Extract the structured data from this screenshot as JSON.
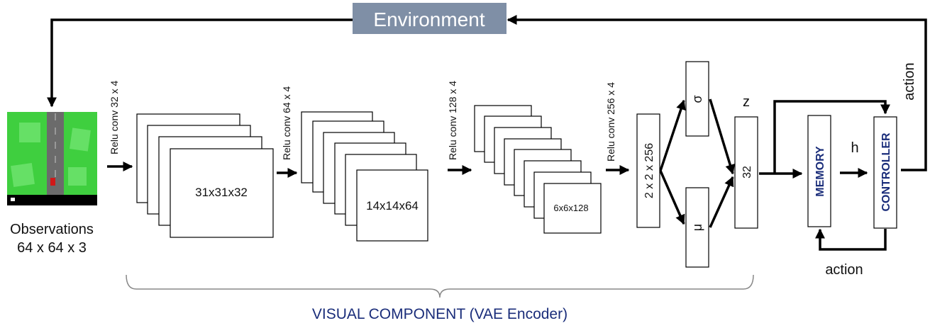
{
  "environment": {
    "label": "Environment",
    "color": "#7f8fa6"
  },
  "observations": {
    "line1": "Observations",
    "line2": "64 x 64 x 3"
  },
  "conv_layers": [
    {
      "op": "Relu conv 32 x 4",
      "output": "31x31x32"
    },
    {
      "op": "Relu conv 64 x 4",
      "output": "14x14x64"
    },
    {
      "op": "Relu conv 128 x 4",
      "output": "6x6x128"
    },
    {
      "op": "Relu conv 256 x 4"
    }
  ],
  "flatten": {
    "label": "2 x 2 x 256"
  },
  "sigma": {
    "label": "σ"
  },
  "mu": {
    "label": "μ"
  },
  "z": {
    "title": "z",
    "value": "32"
  },
  "memory": {
    "label": "MEMORY"
  },
  "controller": {
    "label": "CONTROLLER"
  },
  "h_label": "h",
  "action_top": "action",
  "action_bottom": "action",
  "visual_component": {
    "label": "VISUAL COMPONENT (VAE Encoder)",
    "color": "#1a2d7a"
  },
  "colors": {
    "box_text_accent": "#1a2d7a",
    "grass": "#3fcf3f",
    "road": "#6b6b6b"
  }
}
